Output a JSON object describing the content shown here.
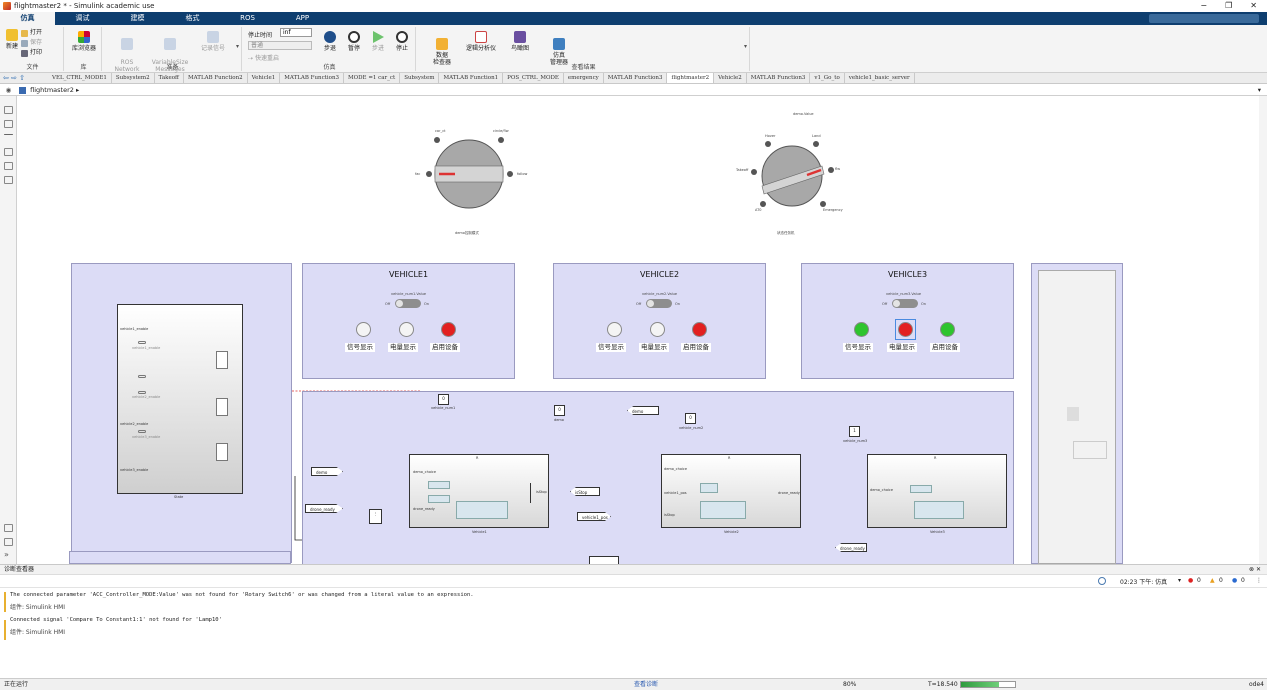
{
  "window": {
    "title": "flightmaster2 * - Simulink academic use",
    "controls": [
      "−",
      "❐",
      "✕"
    ]
  },
  "menu_tabs": [
    "仿真",
    "调试",
    "建模",
    "格式",
    "ROS",
    "APP"
  ],
  "ribbon": {
    "file": {
      "new": "新建",
      "open": "打开",
      "save": "保存",
      "print": "打印",
      "label": "文件"
    },
    "library": {
      "browser": "库浏览器",
      "label": "库"
    },
    "prepare": {
      "ros_network": "ROS\nNetwork",
      "variable_size": "VariableSize\nMessages",
      "log_signal": "记录信号",
      "label": "准备"
    },
    "simulate": {
      "stop_time_label": "停止时间",
      "stop_time_value": "inf",
      "mode": "普通",
      "fast_restart": "快速重启",
      "step_back": "步退",
      "pause": "暂停",
      "step_forward": "步进",
      "stop": "停止",
      "label": "仿真"
    },
    "review": {
      "data_inspector": "数据\n检查器",
      "logic_analyzer": "逻辑分析仪",
      "bird_eye": "鸟瞰图",
      "sim_manager": "仿真\n管理器",
      "label": "查看结果"
    }
  },
  "doc_tabs": [
    "VEL_CTRL_MODE1",
    "Subsystem2",
    "Takeoff",
    "MATLAB Function2",
    "Vehicle1",
    "MATLAB Function3",
    "MODE =1 car_ct",
    "Subsystem",
    "MATLAB Function1",
    "POS_CTRL_MODE",
    "emergency",
    "MATLAB Function3",
    "flightmaster2",
    "Vehicle2",
    "MATLAB Function3",
    "v1_Go_to",
    "vehicle1_basic_server"
  ],
  "breadcrumb": "flightmaster2 ▸",
  "knob1": {
    "labels": {
      "top_left": "car_ct",
      "top_right": "circle/flw",
      "left": "fac",
      "right": "follow"
    },
    "caption": "demo控制模式"
  },
  "knob2": {
    "title": "demo.Value",
    "labels": {
      "top_left": "Hover",
      "top_right": "Land",
      "left": "Takeoff",
      "right": "flw",
      "bottom_left": "AT0",
      "bottom_right": "Emergency"
    },
    "caption": "状态任务机"
  },
  "vehicles": [
    {
      "title": "VEHICLE1",
      "toggle_label": "vehicle_num1.Value",
      "off": "Off",
      "on": "On",
      "lamps": [
        {
          "label": "信号显示",
          "color": "#f4f4f4"
        },
        {
          "label": "电量显示",
          "color": "#f4f4f4"
        },
        {
          "label": "启用设备",
          "color": "#e22020"
        }
      ]
    },
    {
      "title": "VEHICLE2",
      "toggle_label": "vehicle_num2.Value",
      "off": "Off",
      "on": "On",
      "lamps": [
        {
          "label": "信号显示",
          "color": "#f4f4f4"
        },
        {
          "label": "电量显示",
          "color": "#f4f4f4"
        },
        {
          "label": "启用设备",
          "color": "#e22020"
        }
      ]
    },
    {
      "title": "VEHICLE3",
      "toggle_label": "vehicle_num3.Value",
      "off": "Off",
      "on": "On",
      "lamps": [
        {
          "label": "信号显示",
          "color": "#2ec42e"
        },
        {
          "label": "电量显示",
          "color": "#e22020"
        },
        {
          "label": "启用设备",
          "color": "#2ec42e"
        }
      ]
    }
  ],
  "chart": {
    "ports": [
      "vehicle1_enable",
      "vehicle2_enable",
      "vehicle3_enable"
    ],
    "inner": [
      "vehicle1_enable",
      "vehicle2_enable",
      "vehicle3_enable"
    ],
    "name": "State"
  },
  "blocks": {
    "const_vehicle_num1": {
      "value": "0",
      "name": "vehicle_num1"
    },
    "const_demo": {
      "value": "0",
      "name": "demo"
    },
    "goto_demo": "demo",
    "const_vehicle_num2": {
      "value": "0",
      "name": "vehicle_num2"
    },
    "const_vehicle_num3": {
      "value": "1",
      "name": "vehicle_num3"
    },
    "from_demo": "demo",
    "from_drone_ready": "drone_ready",
    "goto_isStop": "isStop",
    "from_vehicle1_pos": "vehicle1_pos",
    "goto_drone_ready": "drone_ready",
    "vehicle1": {
      "name": "Vehicle1",
      "in1": "demo_choice",
      "in2": "drone_ready",
      "out": "isStop",
      "en": "R"
    },
    "vehicle2": {
      "name": "Vehicle2",
      "in1": "demo_choice",
      "in2": "vehicle1_pos",
      "in3": "isStop",
      "out": "drone_ready",
      "en": "R"
    },
    "vehicle3": {
      "name": "Vehicle3",
      "in1": "demo_choice",
      "en": "R"
    }
  },
  "diagnostics": {
    "title": "诊断查看器",
    "time": "02:23 下午: 仿真",
    "counts": {
      "errors": "0",
      "warnings": "0",
      "info": "0"
    },
    "messages": [
      {
        "text": "The connected parameter 'ACC_Controller_MODE:Value' was not found for 'Rotary Switch6' or was changed from a literal value to an expression.",
        "component": "组件: Simulink HMI"
      },
      {
        "text": "Connected signal 'Compare To Constant1:1' not found for 'Lamp10'",
        "component": "组件: Simulink HMI"
      }
    ]
  },
  "status": {
    "left": "正在运行",
    "center": "查看诊断",
    "zoom": "80%",
    "time": "T=18.540",
    "progress": 0.7,
    "solver": "ode4"
  }
}
